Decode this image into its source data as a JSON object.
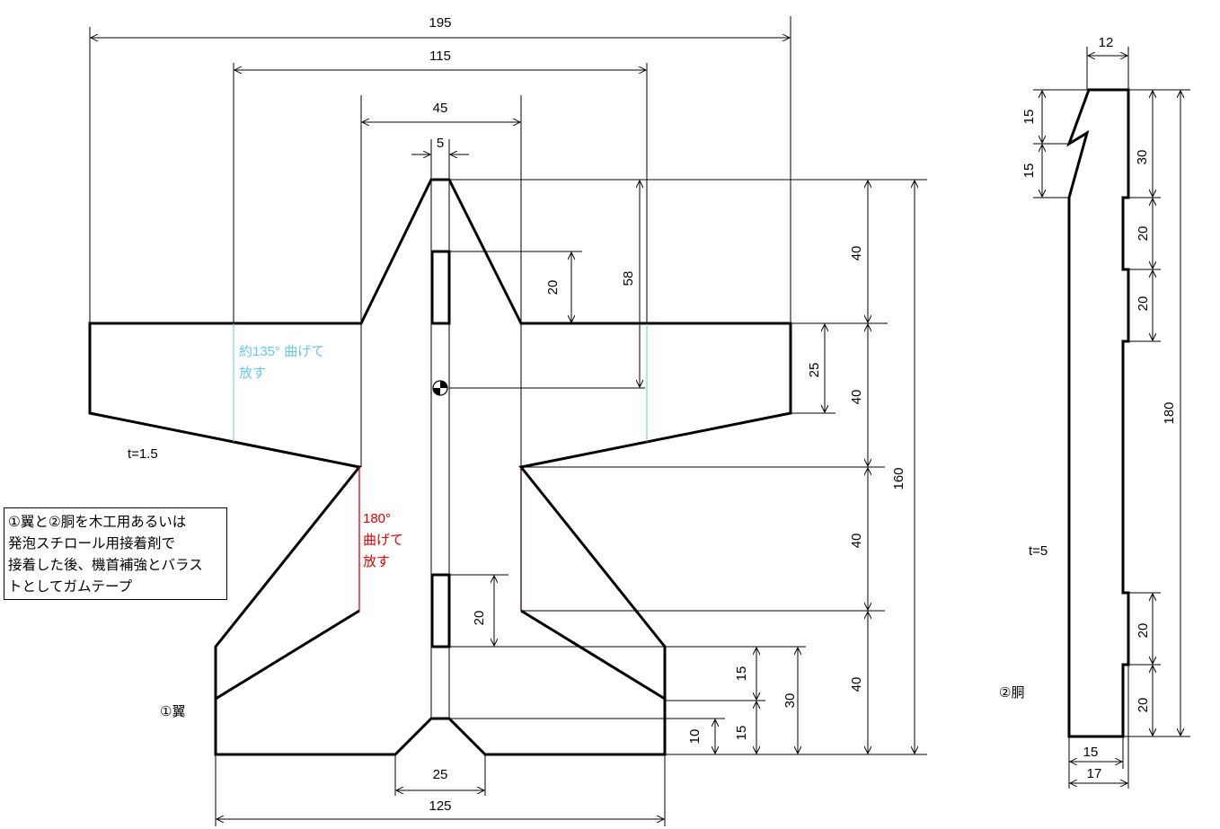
{
  "colors": {
    "line": "#000000",
    "fold135": "#66c8e8",
    "fold180": "#e00000"
  },
  "dimensions": {
    "d195": "195",
    "d115": "115",
    "d45": "45",
    "d5": "5",
    "d20_top": "20",
    "d58": "58",
    "d25_right": "25",
    "d40_a": "40",
    "d40_b": "40",
    "d40_c": "40",
    "d40_d": "40",
    "d160": "160",
    "d20_bottom": "20",
    "d15_a": "15",
    "d15_b": "15",
    "d30": "30",
    "d10": "10",
    "d25_bottom": "25",
    "d125": "125"
  },
  "body_dims": {
    "d12": "12",
    "d15_a": "15",
    "d15_b": "15",
    "d30": "30",
    "d20_a": "20",
    "d20_b": "20",
    "d20_c": "20",
    "d20_d": "20",
    "d180": "180",
    "d15_w": "15",
    "d17": "17"
  },
  "labels": {
    "fold135_line1": "約135° 曲げて",
    "fold135_line2": "放す",
    "fold180_line1": "180°",
    "fold180_line2": "曲げて",
    "fold180_line3": "放す",
    "wing_thickness": "t=1.5",
    "body_thickness": "t=5",
    "wing_label": "①翼",
    "body_label": "②胴"
  },
  "note": {
    "lines": [
      "①翼と②胴を木工用あるいは",
      "発泡スチロール用接着剤で",
      "接着した後、機首補強とバラス",
      "トとしてガムテープ"
    ]
  }
}
